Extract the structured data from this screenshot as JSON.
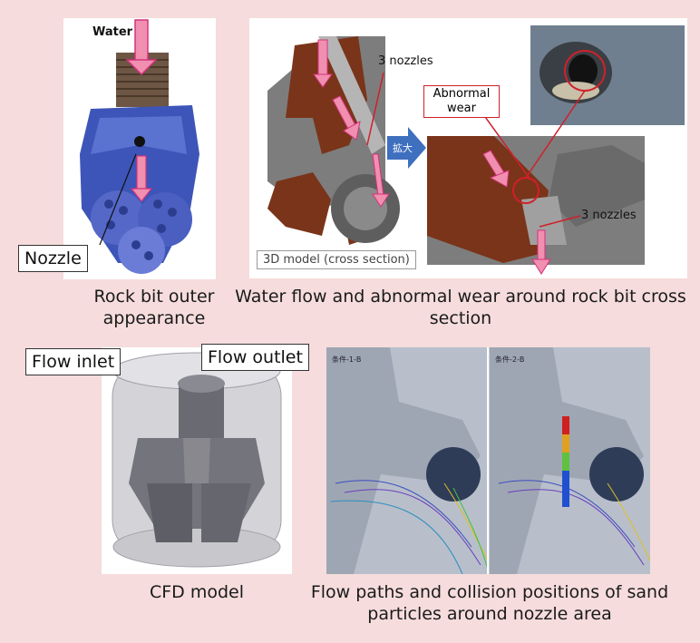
{
  "panel1": {
    "water_label": "Water",
    "nozzle_callout": "Nozzle",
    "caption": "Rock bit outer appearance"
  },
  "panel2": {
    "nozzles_label_top": "3 nozzles",
    "nozzles_label_bottom": "3 nozzles",
    "abnormal_wear_label": "Abnormal wear",
    "zoom_glyph": "拡大",
    "model_label": "3D model (cross section)",
    "caption": "Water flow and abnormal wear around rock bit cross section"
  },
  "panel3": {
    "flow_inlet": "Flow inlet",
    "flow_outlet": "Flow outlet",
    "caption": "CFD model"
  },
  "panel4": {
    "cond1": "条件-1-B",
    "cond2": "条件-2-B",
    "caption": "Flow paths and collision positions of sand particles around nozzle area"
  },
  "colors": {
    "background": "#f6dcdc",
    "arrow_pink": "#f08fb0",
    "section_brown": "#7a3419",
    "callout_red": "#d0202a",
    "bit_blue": "#3d55b8"
  }
}
